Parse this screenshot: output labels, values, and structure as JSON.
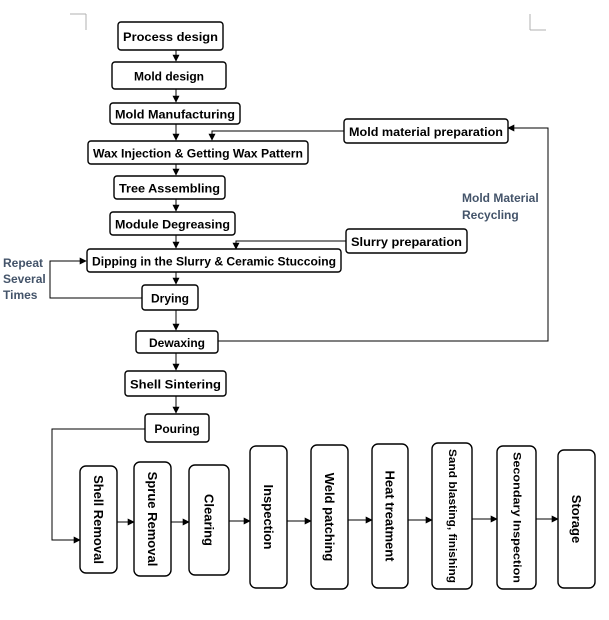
{
  "main_flow": [
    {
      "id": "process_design",
      "label": "Process design"
    },
    {
      "id": "mold_design",
      "label": "Mold design"
    },
    {
      "id": "mold_manufacturing",
      "label": "Mold Manufacturing"
    },
    {
      "id": "wax_injection",
      "label": "Wax Injection & Getting Wax Pattern"
    },
    {
      "id": "tree_assembling",
      "label": "Tree Assembling"
    },
    {
      "id": "module_degreasing",
      "label": "Module Degreasing"
    },
    {
      "id": "dipping",
      "label": "Dipping in the Slurry & Ceramic Stuccoing"
    },
    {
      "id": "drying",
      "label": "Drying"
    },
    {
      "id": "dewaxing",
      "label": "Dewaxing"
    },
    {
      "id": "shell_sintering",
      "label": "Shell Sintering"
    },
    {
      "id": "pouring",
      "label": "Pouring"
    }
  ],
  "side_inputs": [
    {
      "id": "mold_material_preparation",
      "label": "Mold material preparation"
    },
    {
      "id": "slurry_preparation",
      "label": "Slurry preparation"
    }
  ],
  "bottom_flow": [
    {
      "id": "shell_removal",
      "label": "Shell Removal"
    },
    {
      "id": "sprue_removal",
      "label": "Sprue Removal"
    },
    {
      "id": "clearing",
      "label": "Clearing"
    },
    {
      "id": "inspection",
      "label": "Inspection"
    },
    {
      "id": "weld_patching",
      "label": "Weld patching"
    },
    {
      "id": "heat_treatment",
      "label": "Heat treatment"
    },
    {
      "id": "sand_blasting",
      "label": "Sand blasting, finishing"
    },
    {
      "id": "secondary_inspection",
      "label": "Secondary Inspection"
    },
    {
      "id": "storage",
      "label": "Storage"
    }
  ],
  "annotations": {
    "recycling": [
      "Mold Material",
      "Recycling"
    ],
    "repeat": [
      "Repeat",
      "Several",
      "Times"
    ]
  },
  "colors": {
    "annotation_text": "#44546a",
    "stroke": "#000000"
  }
}
